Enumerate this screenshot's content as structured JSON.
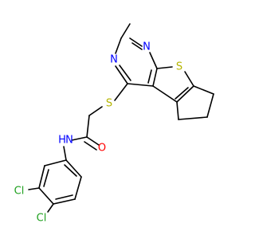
{
  "molecule": {
    "atoms": {
      "s_thio": "S",
      "s_thiophene": "S",
      "n1": "N",
      "n2": "N",
      "o": "O",
      "nh": "H",
      "nh_n": "N",
      "cl1": "Cl",
      "cl2": "Cl"
    },
    "colors": {
      "bond": "#000000",
      "S": "#b5b500",
      "N": "#0000ff",
      "O": "#ff0000",
      "Cl": "#1fa01f"
    }
  }
}
